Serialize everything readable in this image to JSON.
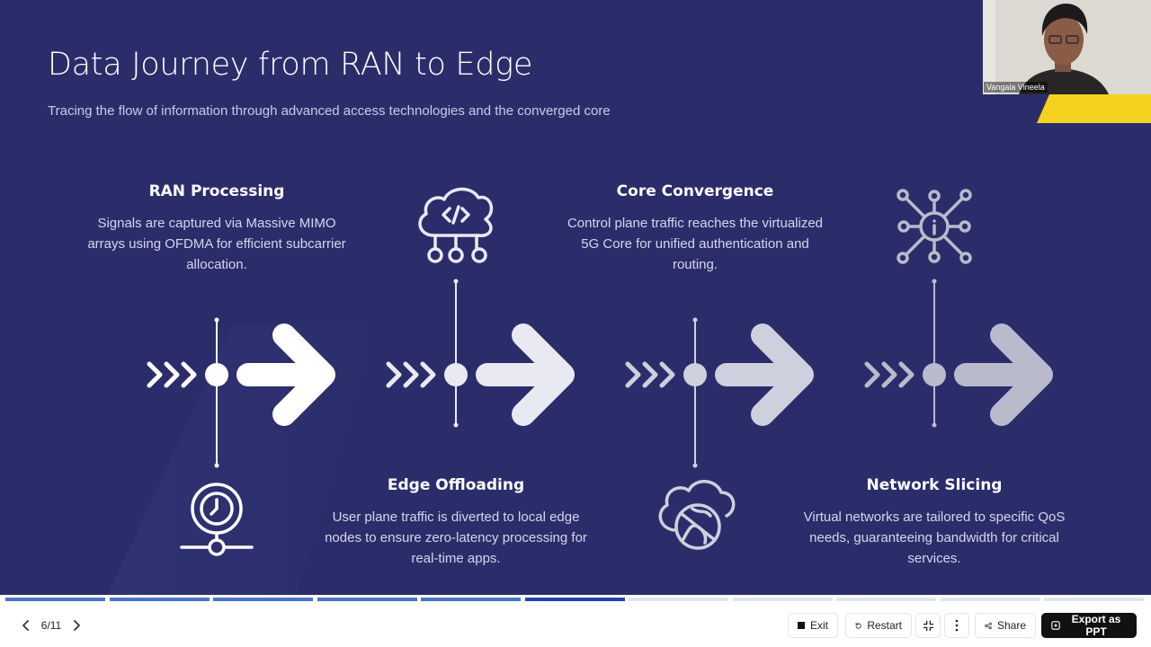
{
  "slide": {
    "title": "Data Journey from RAN to Edge",
    "subtitle": "Tracing the flow of information through advanced access technologies and the converged core",
    "steps": [
      {
        "heading": "RAN Processing",
        "description": "Signals are captured via Massive MIMO arrays using OFDMA for efficient subcarrier allocation.",
        "icon": "clock-network-icon"
      },
      {
        "heading": "Edge Offloading",
        "description": "User plane traffic is diverted to local edge nodes to ensure zero-latency processing for real-time apps.",
        "icon": "cloud-code-icon"
      },
      {
        "heading": "Core Convergence",
        "description": "Control plane traffic reaches the virtualized 5G Core for unified authentication and routing.",
        "icon": "cloud-globe-icon"
      },
      {
        "heading": "Network Slicing",
        "description": "Virtual networks are tailored to specific QoS needs, guaranteeing bandwidth for critical services.",
        "icon": "hub-info-icon"
      }
    ]
  },
  "progress": {
    "total": 11,
    "current": 6
  },
  "bottombar": {
    "page_indicator": "6/11",
    "exit_label": "Exit",
    "restart_label": "Restart",
    "share_label": "Share",
    "export_label": "Export as PPT"
  },
  "webcam": {
    "name": "Vangala Vineela"
  },
  "colors": {
    "slide_bg": "#2b2d6b",
    "accent_yellow": "#f5d21f",
    "progress_done": "#4a74c9",
    "progress_current": "#2244b0",
    "progress_todo": "#dfe6f3"
  }
}
